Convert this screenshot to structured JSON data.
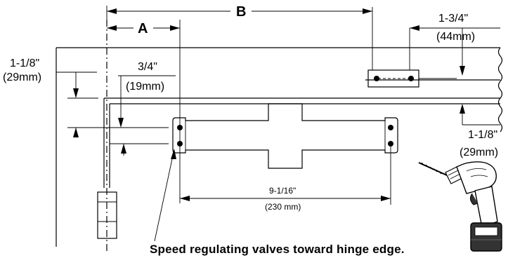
{
  "labels": {
    "a": "A",
    "b": "B",
    "top_right_inch": "1-3/4\"",
    "top_right_mm": "(44mm)",
    "left_inch": "1-1/8\"",
    "left_mm": "(29mm)",
    "mid_inch": "3/4\"",
    "mid_mm": "(19mm)",
    "right_inch": "1-1/8\"",
    "right_mm": "(29mm)",
    "body_inch": "9-1/16\"",
    "body_mm": "(230 mm)"
  },
  "caption": "Speed regulating valves toward hinge edge.",
  "icons": {
    "drill": "cordless-drill-icon"
  }
}
